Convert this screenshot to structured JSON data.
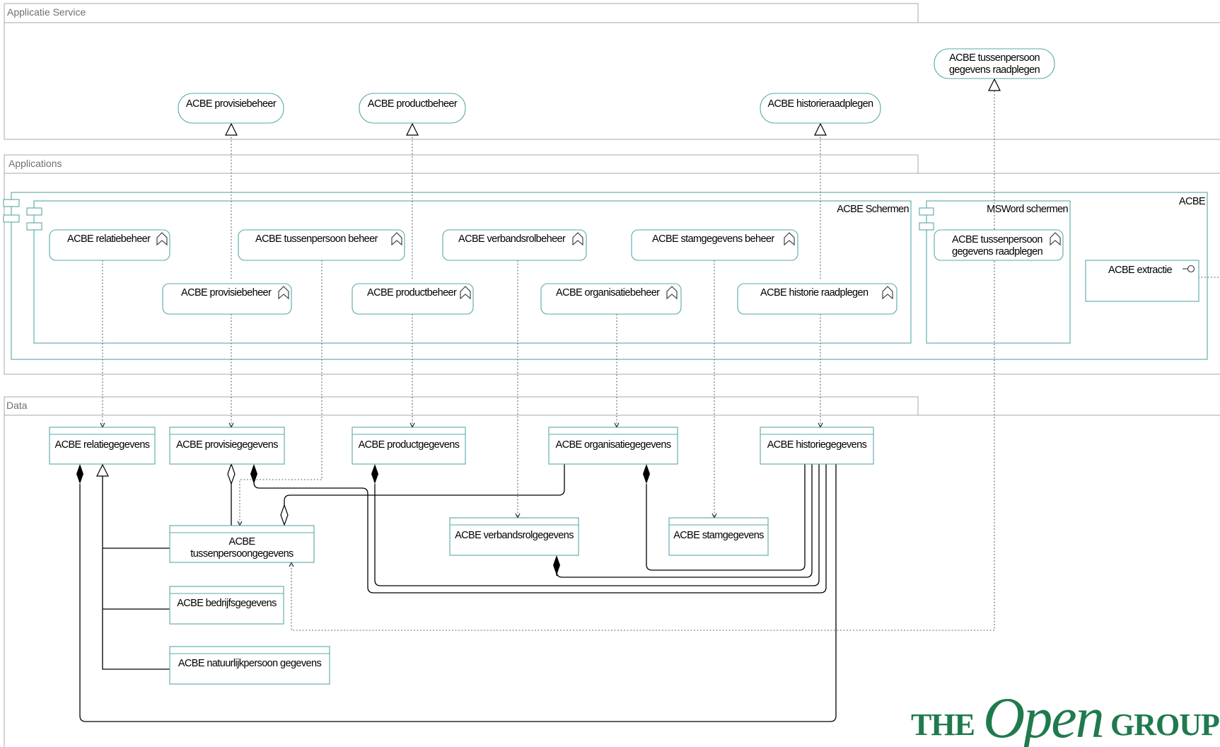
{
  "lanes": {
    "service": "Applicatie Service",
    "applications": "Applications",
    "data": "Data"
  },
  "services": {
    "provisiebeheer": "ACBE provisiebeheer",
    "productbeheer": "ACBE productbeheer",
    "historieraadplegen": "ACBE historieraadplegen",
    "tussenpersoon_line1": "ACBE tussenpersoon",
    "tussenpersoon_line2": "gegevens raadplegen"
  },
  "applications": {
    "acbe_title": "ACBE",
    "schermen_title": "ACBE Schermen",
    "msword_title": "MSWord schermen",
    "relatiebeheer": "ACBE relatiebeheer",
    "tussenpersoon_beheer": "ACBE tussenpersoon beheer",
    "verbandsrolbeheer": "ACBE verbandsrolbeheer",
    "stamgegevens_beheer": "ACBE stamgegevens beheer",
    "provisiebeheer": "ACBE provisiebeheer",
    "productbeheer": "ACBE productbeheer",
    "organisatiebeheer": "ACBE organisatiebeheer",
    "historie_raadplegen": "ACBE historie raadplegen",
    "tp_raadplegen_line1": "ACBE tussenpersoon",
    "tp_raadplegen_line2": "gegevens raadplegen",
    "extractie": "ACBE extractie"
  },
  "data_objects": {
    "relatiegegevens": "ACBE relatiegegevens",
    "provisiegegevens": "ACBE provisiegegevens",
    "productgegevens": "ACBE productgegevens",
    "organisatiegegevens": "ACBE organisatiegegevens",
    "historiegegevens": "ACBE historiegegevens",
    "tussenpersoon_line1": "ACBE",
    "tussenpersoon_line2": "tussenpersoongegevens",
    "verbandsrolgegevens": "ACBE verbandsrolgegevens",
    "stamgegevens": "ACBE stamgegevens",
    "bedrijfsgegevens": "ACBE bedrijfsgegevens",
    "natuurlijkpersoon": "ACBE natuurlijkpersoon gegevens"
  },
  "logo": {
    "the": "THE",
    "open": "Open",
    "group": "GROUP"
  },
  "colors": {
    "element_border": "#5aa7a7",
    "lane_border": "#a8a8a8",
    "logo_green": "#1f7a4d"
  }
}
